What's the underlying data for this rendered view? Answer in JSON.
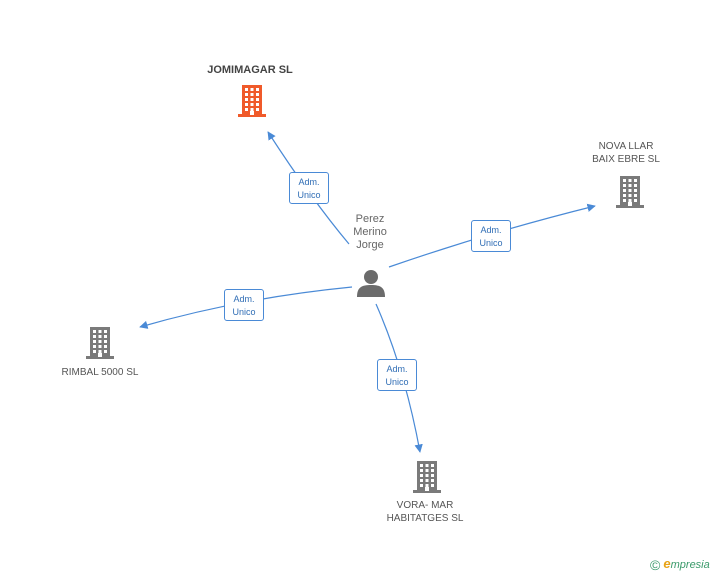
{
  "colors": {
    "edge": "#4a8ad6",
    "building_main": "#f05a2a",
    "building": "#7a7a7a",
    "person": "#6b6b6b"
  },
  "person": {
    "name_lines": [
      "Perez",
      "Merino",
      "Jorge"
    ],
    "icon": "person-icon"
  },
  "companies": [
    {
      "id": "jomimagar",
      "name_lines": [
        "JOMIMAGAR SL"
      ],
      "main": true,
      "icon": "building-icon"
    },
    {
      "id": "nova-llar",
      "name_lines": [
        "NOVA LLAR",
        "BAIX EBRE SL"
      ],
      "main": false,
      "icon": "building-icon"
    },
    {
      "id": "rimbal",
      "name_lines": [
        "RIMBAL 5000  SL"
      ],
      "main": false,
      "icon": "building-icon"
    },
    {
      "id": "vora-mar",
      "name_lines": [
        "VORA- MAR",
        "HABITATGES SL"
      ],
      "main": false,
      "icon": "building-icon"
    }
  ],
  "edges": [
    {
      "to": "jomimagar",
      "label_lines": [
        "Adm.",
        "Unico"
      ]
    },
    {
      "to": "nova-llar",
      "label_lines": [
        "Adm.",
        "Unico"
      ]
    },
    {
      "to": "rimbal",
      "label_lines": [
        "Adm.",
        "Unico"
      ]
    },
    {
      "to": "vora-mar",
      "label_lines": [
        "Adm.",
        "Unico"
      ]
    }
  ],
  "brand": {
    "copyright": "©",
    "initial": "e",
    "rest": "mpresia"
  }
}
